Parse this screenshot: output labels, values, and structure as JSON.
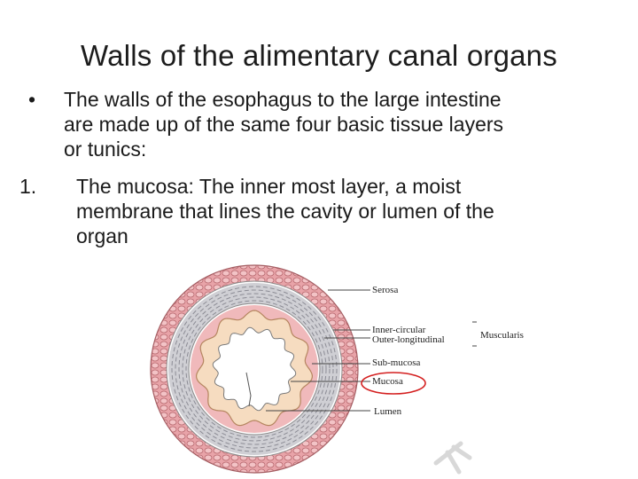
{
  "slide": {
    "title": "Walls of the alimentary canal organs",
    "bullet": {
      "marker": "•",
      "lines": [
        "The walls of the esophagus to the large intestine",
        "are made up of the same four basic tissue layers",
        "or tunics:"
      ]
    },
    "numbered": {
      "marker": "1.",
      "lines": [
        "The mucosa: The inner most layer, a moist",
        "membrane that lines the cavity or lumen of the",
        "organ"
      ]
    }
  },
  "diagram": {
    "labels": {
      "serosa": "Serosa",
      "inner_circular": "Inner-circular",
      "outer_longitudinal": "Outer-longitudinal",
      "muscularis": "Muscularis",
      "sub_mucosa": "Sub-mucosa",
      "mucosa": "Mucosa",
      "lumen": "Lumen"
    },
    "colors": {
      "serosa_pink": "#e8a3a8",
      "muscle_grey": "#cfcfd4",
      "submucosa_pink": "#f0b9bb",
      "mucosa_cream": "#f6dcc0",
      "highlight_red": "#d42020"
    }
  }
}
